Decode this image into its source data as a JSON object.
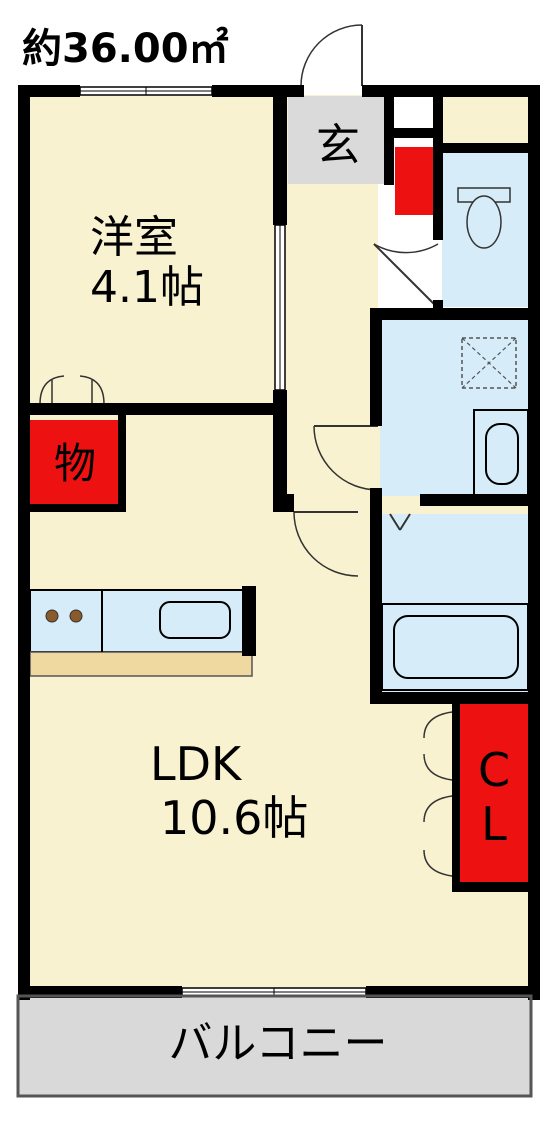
{
  "header": {
    "area": "約36.00㎡"
  },
  "rooms": {
    "western_room": {
      "name": "洋室",
      "size": "4.1帖"
    },
    "ldk": {
      "name": "LDK",
      "size": "10.6帖"
    },
    "entrance": {
      "name": "玄"
    },
    "storage": {
      "name": "物"
    },
    "closet": {
      "line1": "C",
      "line2": "L"
    },
    "balcony": {
      "name": "バルコニー"
    }
  },
  "colors": {
    "floor": "#F8F2D0",
    "wet_area": "#D6ECF8",
    "storage_red": "#EE1111",
    "entrance_gray": "#DADADA",
    "balcony_gray": "#D9D9D9",
    "kitchen_counter": "#F0D9A0",
    "wall": "#000000"
  },
  "icons": [
    "door-swing-icon",
    "toilet-icon",
    "washbasin-icon",
    "washer-pan-icon",
    "bathtub-icon",
    "stove-burner-icon",
    "kitchen-sink-icon",
    "window-icon"
  ]
}
